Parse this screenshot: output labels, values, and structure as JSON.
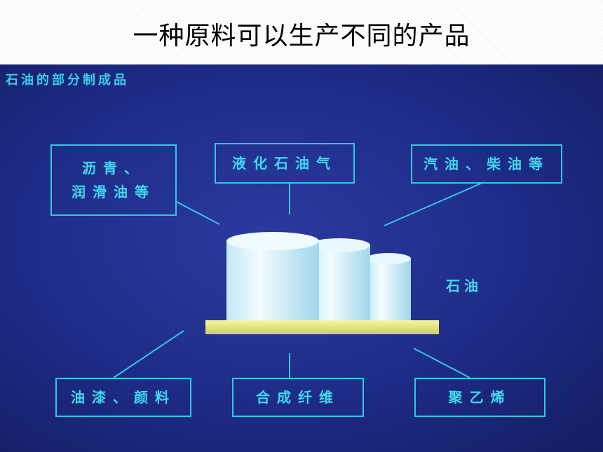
{
  "slide": {
    "title": "一种原料可以生产不同的产品"
  },
  "panel": {
    "title": "石油的部分制成品",
    "center_label": "石油"
  },
  "products": {
    "asphalt": "沥青、\n润滑油等",
    "lpg": "液化石油气",
    "gasoline": "汽油、柴油等",
    "paint": "油漆、颜料",
    "fiber": "合成纤维",
    "polyethylene": "聚乙烯"
  },
  "colors": {
    "panel": "#1e2b86",
    "accent": "#30c8e0",
    "tank": "#e8f8ff",
    "base": "#e6e98a"
  }
}
